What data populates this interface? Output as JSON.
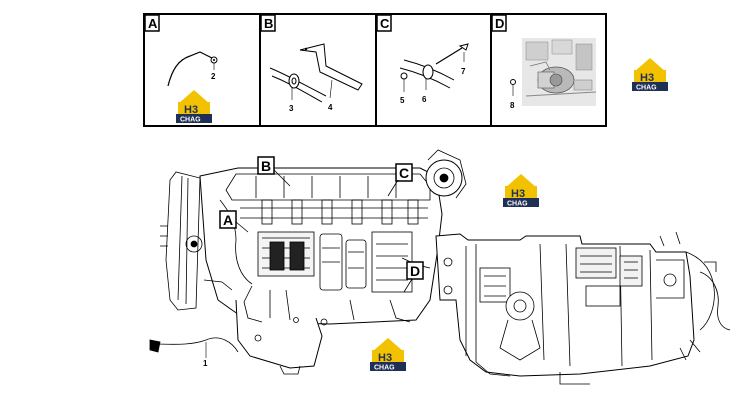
{
  "panels": [
    {
      "letter": "A",
      "parts": [
        "2"
      ]
    },
    {
      "letter": "B",
      "parts": [
        "3",
        "4"
      ]
    },
    {
      "letter": "C",
      "parts": [
        "5",
        "6",
        "7"
      ]
    },
    {
      "letter": "D",
      "parts": [
        "8"
      ]
    }
  ],
  "callouts": [
    "A",
    "B",
    "C",
    "D"
  ],
  "engine_part": "1",
  "logo": {
    "mark": "H3",
    "text": "CHAG",
    "colors": {
      "yellow": "#f2c200",
      "dark": "#1f2f56"
    }
  }
}
